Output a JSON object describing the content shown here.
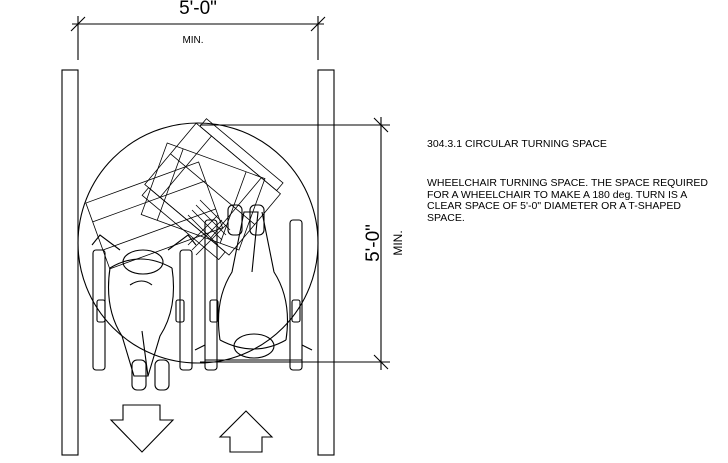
{
  "dimensions": {
    "top_value": "5'-0\"",
    "top_qualifier": "MIN.",
    "right_value": "5'-0\"",
    "right_qualifier": "MIN."
  },
  "notes": {
    "title": "304.3.1 CIRCULAR TURNING SPACE",
    "body": "WHEELCHAIR TURNING SPACE. THE SPACE REQUIRED FOR A WHEELCHAIR TO MAKE A 180 deg. TURN IS A CLEAR SPACE OF 5'-0\" DIAMETER OR A T-SHAPED SPACE."
  },
  "icons": {
    "left_arrow": "arrow-down-outline-icon",
    "right_arrow": "arrow-up-outline-icon",
    "figures": "wheelchair-user-figures"
  }
}
